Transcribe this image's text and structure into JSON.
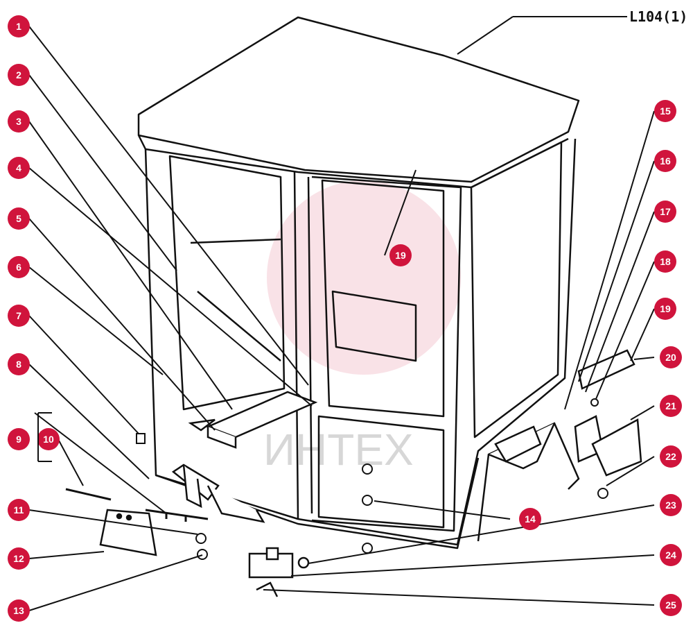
{
  "diagram": {
    "figure_id": "L104(1)",
    "watermark_text": "ИНТЕХ",
    "marker_color": "#d0143c",
    "line_color": "#111111",
    "callouts": [
      {
        "label": "1"
      },
      {
        "label": "2"
      },
      {
        "label": "3"
      },
      {
        "label": "4"
      },
      {
        "label": "5"
      },
      {
        "label": "6"
      },
      {
        "label": "7"
      },
      {
        "label": "8"
      },
      {
        "label": "9"
      },
      {
        "label": "10"
      },
      {
        "label": "11"
      },
      {
        "label": "12"
      },
      {
        "label": "13"
      },
      {
        "label": "14"
      },
      {
        "label": "15"
      },
      {
        "label": "16"
      },
      {
        "label": "17"
      },
      {
        "label": "18"
      },
      {
        "label": "19"
      },
      {
        "label": "20"
      },
      {
        "label": "21"
      },
      {
        "label": "22"
      },
      {
        "label": "23"
      },
      {
        "label": "24"
      },
      {
        "label": "25"
      },
      {
        "label": "19"
      }
    ]
  }
}
